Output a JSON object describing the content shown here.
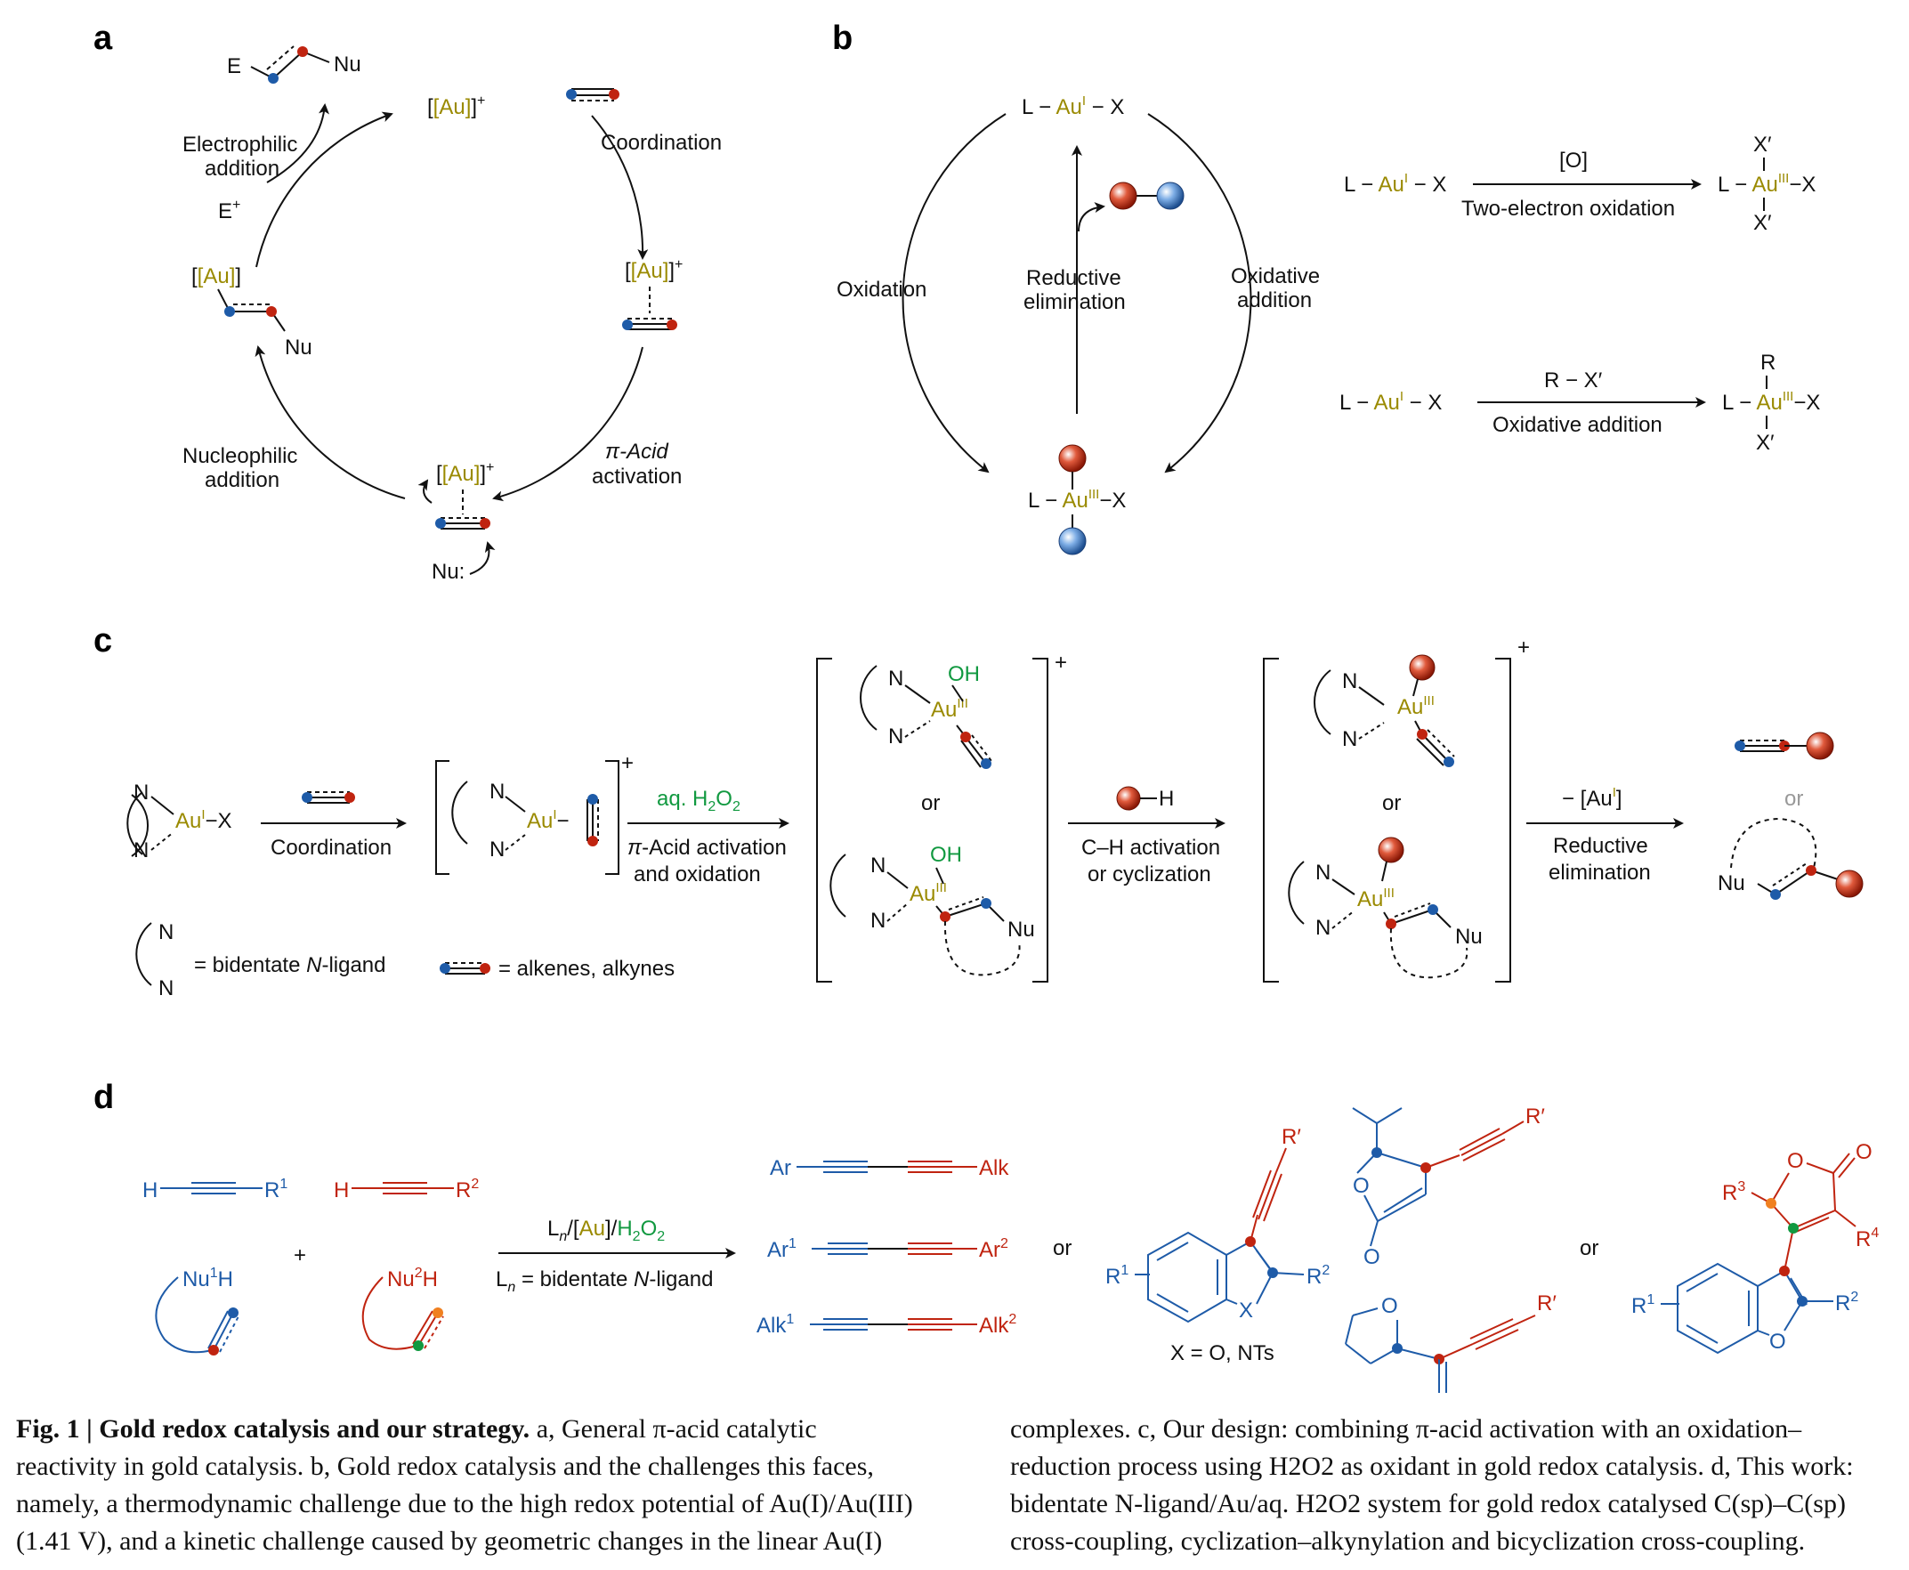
{
  "panels": {
    "a": {
      "letter": "a",
      "au_plus_top": "[Au]",
      "coordination": "Coordination",
      "pi_acid": "π-Acid",
      "activation": "activation",
      "nucleophilic": "Nucleophilic",
      "addition1": "addition",
      "electrophilic": "Electrophilic",
      "addition2": "addition",
      "e_plus": "E",
      "e_label": "E",
      "nu": "Nu",
      "nu_colon": "Nu:",
      "au_bracket": "[Au]"
    },
    "b": {
      "letter": "b",
      "oxidation": "Oxidation",
      "reductive": "Reductive",
      "elimination": "elimination",
      "oxidative": "Oxidative",
      "addition": "addition",
      "o_label": "[O]",
      "two_electron": "Two-electron oxidation",
      "rx": "R − X′",
      "oxidative_addition": "Oxidative addition",
      "r": "R",
      "xprime": "X′"
    },
    "c": {
      "letter": "c",
      "coordination": "Coordination",
      "aq_h2o2": "aq. H",
      "pi_activation": "π-Acid activation",
      "and_oxidation": "and oxidation",
      "ch_activation": "C–H activation",
      "or_cyclization": "or cyclization",
      "minus_au": "− [Au",
      "reductive": "Reductive",
      "elimination": "elimination",
      "or": "or",
      "oh": "OH",
      "n": "N",
      "nu": "Nu",
      "h": "H",
      "legend_ligand": "= bidentate",
      "legend_ligand_italic": "N",
      "legend_ligand_tail": "-ligand",
      "legend_alkene": "= alkenes, alkynes"
    },
    "d": {
      "letter": "d",
      "h": "H",
      "r1": "R",
      "r2": "R",
      "nu1h": "Nu",
      "nu2h": "Nu",
      "plus": "+",
      "cond_top": "/[Au]/H",
      "cond_bottom": "= bidentate",
      "cond_italic_n": "N",
      "cond_tail": "-ligand",
      "products": [
        {
          "left": "Ar",
          "right": "Alk"
        },
        {
          "left": "Ar",
          "right": "Ar"
        },
        {
          "left": "Alk",
          "right": "Alk"
        }
      ],
      "or": "or",
      "x_def": "X = O, NTs",
      "rprime": "R′",
      "r3": "R",
      "r4": "R"
    }
  },
  "caption": {
    "left_bold": "Fig. 1 | Gold redox catalysis and our strategy. ",
    "left_text": [
      "a, General π-acid catalytic",
      "reactivity in gold catalysis. b, Gold redox catalysis and the challenges this faces,",
      "namely, a thermodynamic challenge due to the high redox potential of Au(I)/Au(III)",
      "(1.41 V), and a kinetic challenge caused by geometric changes in the linear Au(I)"
    ],
    "right_text": [
      "complexes. c, Our design: combining π-acid activation with an oxidation–",
      "reduction process using H2O2 as oxidant in gold redox catalysis. d, This work:",
      "bidentate N-ligand/Au/aq. H2O2 system for gold redox catalysed C(sp)–C(sp)",
      "cross-coupling, cyclization–alkynylation and bicyclization cross-coupling."
    ]
  },
  "colors": {
    "gold": "#9a8a00",
    "red": "#c02410",
    "blue": "#1e5ba8",
    "green": "#119940",
    "orange": "#f08020"
  }
}
